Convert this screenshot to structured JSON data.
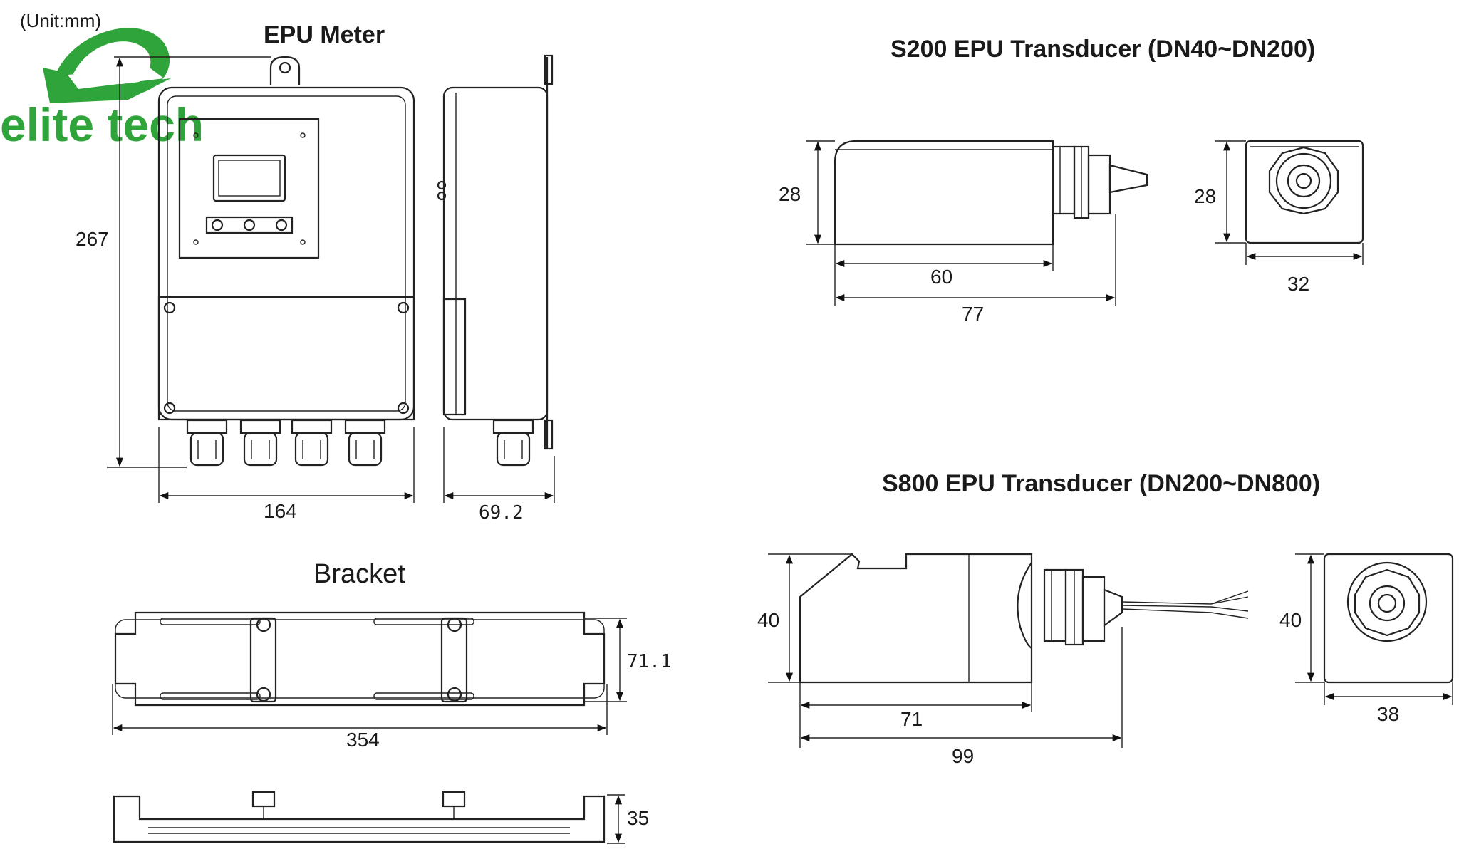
{
  "unit_label": "(Unit:mm)",
  "logo": {
    "text": "elite tech",
    "color": "#2fa43a"
  },
  "epu_meter": {
    "title": "EPU Meter",
    "height": "267",
    "width": "164",
    "depth": "69.2"
  },
  "bracket": {
    "title": "Bracket",
    "height": "71.1",
    "length": "354",
    "thickness": "35"
  },
  "s200": {
    "title": "S200 EPU Transducer (DN40~DN200)",
    "height_side": "28",
    "length_body": "60",
    "length_total": "77",
    "height_end": "28",
    "width_end": "32"
  },
  "s800": {
    "title": "S800 EPU Transducer (DN200~DN800)",
    "height_side": "40",
    "length_body": "71",
    "length_total": "99",
    "height_end": "40",
    "width_end": "38"
  }
}
